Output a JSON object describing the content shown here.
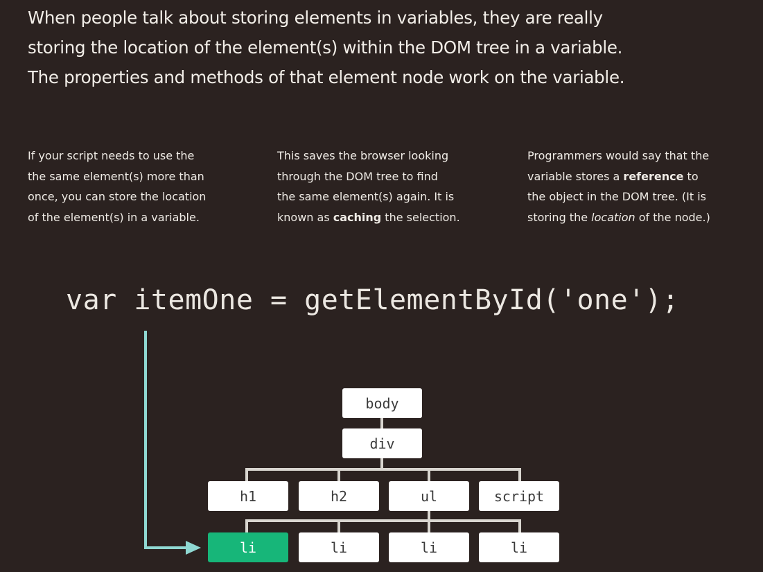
{
  "intro": {
    "lines": [
      "When people talk about storing elements in variables, they are really",
      "storing the location of the element(s) within the DOM tree in a variable.",
      "The properties and methods of that element node work on the variable."
    ]
  },
  "columns": [
    {
      "lines": [
        "If your script needs to use the",
        "the same element(s) more than",
        "once, you can store the location",
        "of the element(s) in a variable."
      ]
    },
    {
      "lines": [
        "This saves the browser looking",
        "through the DOM tree to find",
        "the same element(s) again. It is"
      ],
      "last_line_pre": "known as ",
      "last_line_bold": "caching",
      "last_line_post": " the selection."
    },
    {
      "line1": "Programmers would say that the",
      "line2_pre": "variable stores a ",
      "line2_bold": "reference",
      "line2_post": " to",
      "line3": "the object in the DOM tree. (It is",
      "line4_pre": "storing the ",
      "line4_italic": "location",
      "line4_post": " of the node.)"
    }
  ],
  "code": "var itemOne = getElementById('one');",
  "tree": {
    "body": "body",
    "div": "div",
    "level2": [
      "h1",
      "h2",
      "ul",
      "script"
    ],
    "level3": [
      "li",
      "li",
      "li",
      "li"
    ]
  },
  "colors": {
    "background": "#2b2220",
    "highlight_node": "#17b679",
    "arrow": "#8fd8d2"
  }
}
